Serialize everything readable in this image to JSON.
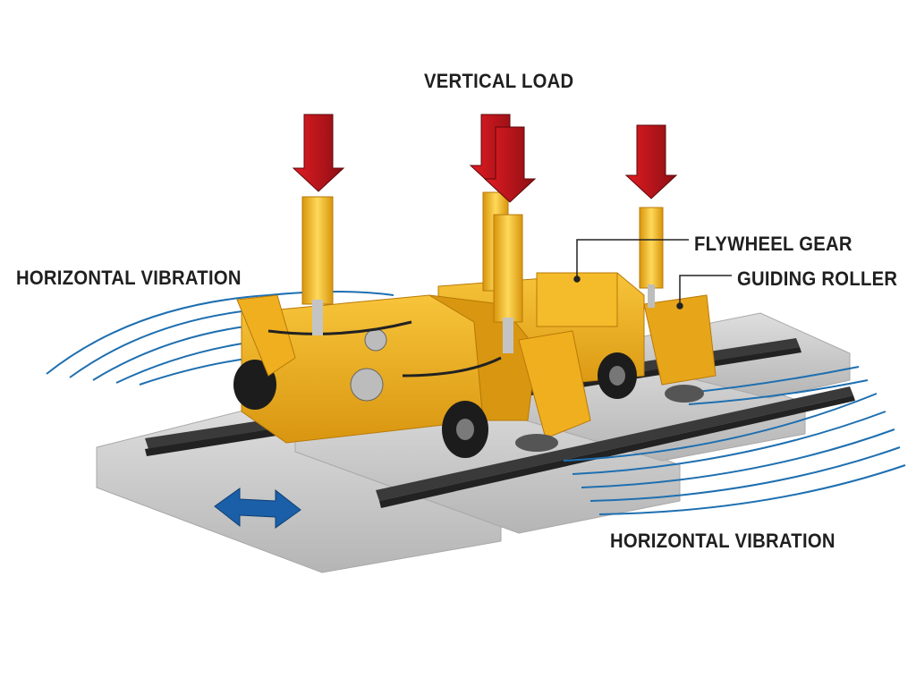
{
  "diagram": {
    "labels": {
      "vertical_load": "VERTICAL LOAD",
      "horizontal_vibration_left": "HORIZONTAL VIBRATION",
      "flywheel_gear": "FLYWHEEL GEAR",
      "guiding_roller": "GUIDING ROLLER",
      "horizontal_vibration_right": "HORIZONTAL VIBRATION"
    },
    "colors": {
      "load_arrow": "#c0141c",
      "load_arrow_dark": "#7a0d12",
      "machine_body": "#f2b21c",
      "machine_shadow": "#c98a0e",
      "cylinder": "#f6c531",
      "rail": "#3a3a3a",
      "sleeper": "#c9c9c9",
      "vibration_lines": "#1e6fb0",
      "direction_arrow": "#1a5fa8"
    },
    "icons": {
      "load_arrow": "down-arrow-icon",
      "direction_arrow": "double-arrow-icon"
    }
  }
}
